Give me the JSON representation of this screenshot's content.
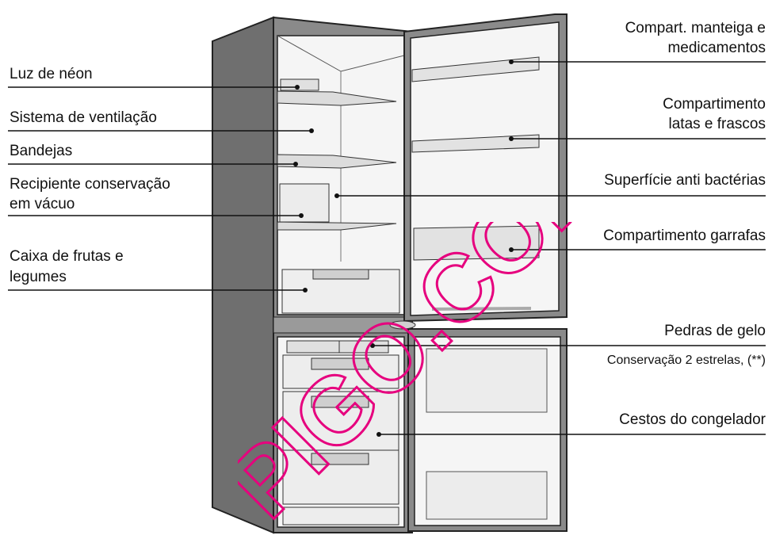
{
  "labels": {
    "left": {
      "luz": "Luz de néon",
      "ventilacao": "Sistema de ventilação",
      "bandejas": "Bandejas",
      "recipiente_1": "Recipiente conservação",
      "recipiente_2": "em vácuo",
      "caixa_1": "Caixa de frutas e",
      "caixa_2": "legumes"
    },
    "right": {
      "manteiga_1": "Compart. manteiga e",
      "manteiga_2": "medicamentos",
      "latas_1": "Compartimento",
      "latas_2": "latas e frascos",
      "superficie": "Superfície anti bactérias",
      "garrafas": "Compartimento garrafas",
      "gelo": "Pedras de gelo",
      "conservacao": "Conservação 2 estrelas, (**)",
      "cestos": "Cestos do congelador"
    }
  },
  "watermark": {
    "text": "PIGO.COM",
    "color": "#e6007e"
  },
  "colors": {
    "line": "#111111",
    "cabinet": "#7a7a7a",
    "cabinet_dark": "#5c5c5c",
    "interior": "#f4f4f4",
    "shelf": "#d9d9d9"
  }
}
